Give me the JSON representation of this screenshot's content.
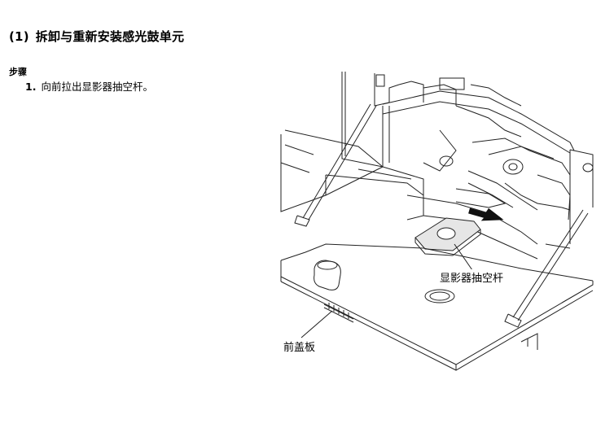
{
  "section": {
    "number": "(1)",
    "title": "拆卸与重新安装感光鼓单元"
  },
  "procedure": {
    "label": "步骤",
    "steps": [
      {
        "number": "1.",
        "text": "向前拉出显影器抽空杆。"
      }
    ]
  },
  "figure": {
    "callouts": {
      "lever": "显影器抽空杆",
      "front_cover": "前盖板"
    }
  }
}
